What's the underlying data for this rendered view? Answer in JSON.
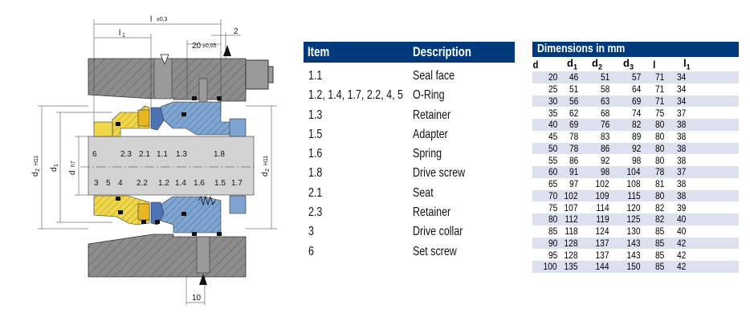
{
  "drawing": {
    "labels_top": [
      "6",
      "2.3",
      "2.1",
      "1.1",
      "1.3",
      "1.8"
    ],
    "labels_bottom": [
      "3",
      "5",
      "4",
      "2.2",
      "1.2",
      "1.4",
      "1.6",
      "1.5",
      "1.7"
    ],
    "dim_l": "l",
    "dim_l_tol": "±0,3",
    "dim_l1": "l",
    "dim_l1_sub": "1",
    "dim_20": "20",
    "dim_20_tol": "±0,05",
    "dim_2": "2",
    "dim_10": "10",
    "d2_left": "d",
    "d2_sub": "2",
    "d2_tol": "H11",
    "d1": "d",
    "d1_sub": "1",
    "d": "d",
    "d_tol": "h7",
    "colors": {
      "gland": "#7ea4cf",
      "stationary": "#f0d64a",
      "shaft": "#d3d3d3",
      "housing": "#8c8c8c"
    }
  },
  "items_table": {
    "header_item": "Item",
    "header_description": "Description",
    "rows": [
      {
        "item": "1.1",
        "description": "Seal face"
      },
      {
        "item": "1.2, 1.4, 1.7, 2.2, 4, 5",
        "description": "O-Ring"
      },
      {
        "item": "1.3",
        "description": "Retainer"
      },
      {
        "item": "1.5",
        "description": "Adapter"
      },
      {
        "item": "1.6",
        "description": "Spring"
      },
      {
        "item": "1.8",
        "description": "Drive screw"
      },
      {
        "item": "2.1",
        "description": "Seat"
      },
      {
        "item": "2.3",
        "description": "Retainer"
      },
      {
        "item": "3",
        "description": "Drive collar"
      },
      {
        "item": "6",
        "description": "Set screw"
      }
    ]
  },
  "dimensions_table": {
    "title": "Dimensions in mm",
    "columns": [
      "d",
      "d1",
      "d2",
      "d3",
      "l",
      "l1"
    ],
    "rows": [
      [
        20,
        46,
        51,
        57,
        71,
        34
      ],
      [
        25,
        51,
        58,
        64,
        71,
        34
      ],
      [
        30,
        56,
        63,
        69,
        71,
        34
      ],
      [
        35,
        62,
        68,
        74,
        75,
        37
      ],
      [
        40,
        69,
        76,
        82,
        80,
        38
      ],
      [
        45,
        78,
        83,
        89,
        80,
        38
      ],
      [
        50,
        78,
        86,
        92,
        80,
        38
      ],
      [
        55,
        86,
        92,
        98,
        80,
        38
      ],
      [
        60,
        91,
        98,
        104,
        78,
        37
      ],
      [
        65,
        97,
        102,
        108,
        81,
        38
      ],
      [
        70,
        102,
        109,
        115,
        80,
        38
      ],
      [
        75,
        107,
        114,
        120,
        82,
        39
      ],
      [
        80,
        112,
        119,
        125,
        82,
        40
      ],
      [
        85,
        118,
        124,
        130,
        85,
        40
      ],
      [
        90,
        128,
        137,
        143,
        85,
        42
      ],
      [
        95,
        128,
        137,
        143,
        85,
        42
      ],
      [
        100,
        135,
        144,
        150,
        85,
        42
      ]
    ]
  },
  "header_colors": {
    "bar": "#003a7d",
    "stripe": "#dde0ee"
  }
}
